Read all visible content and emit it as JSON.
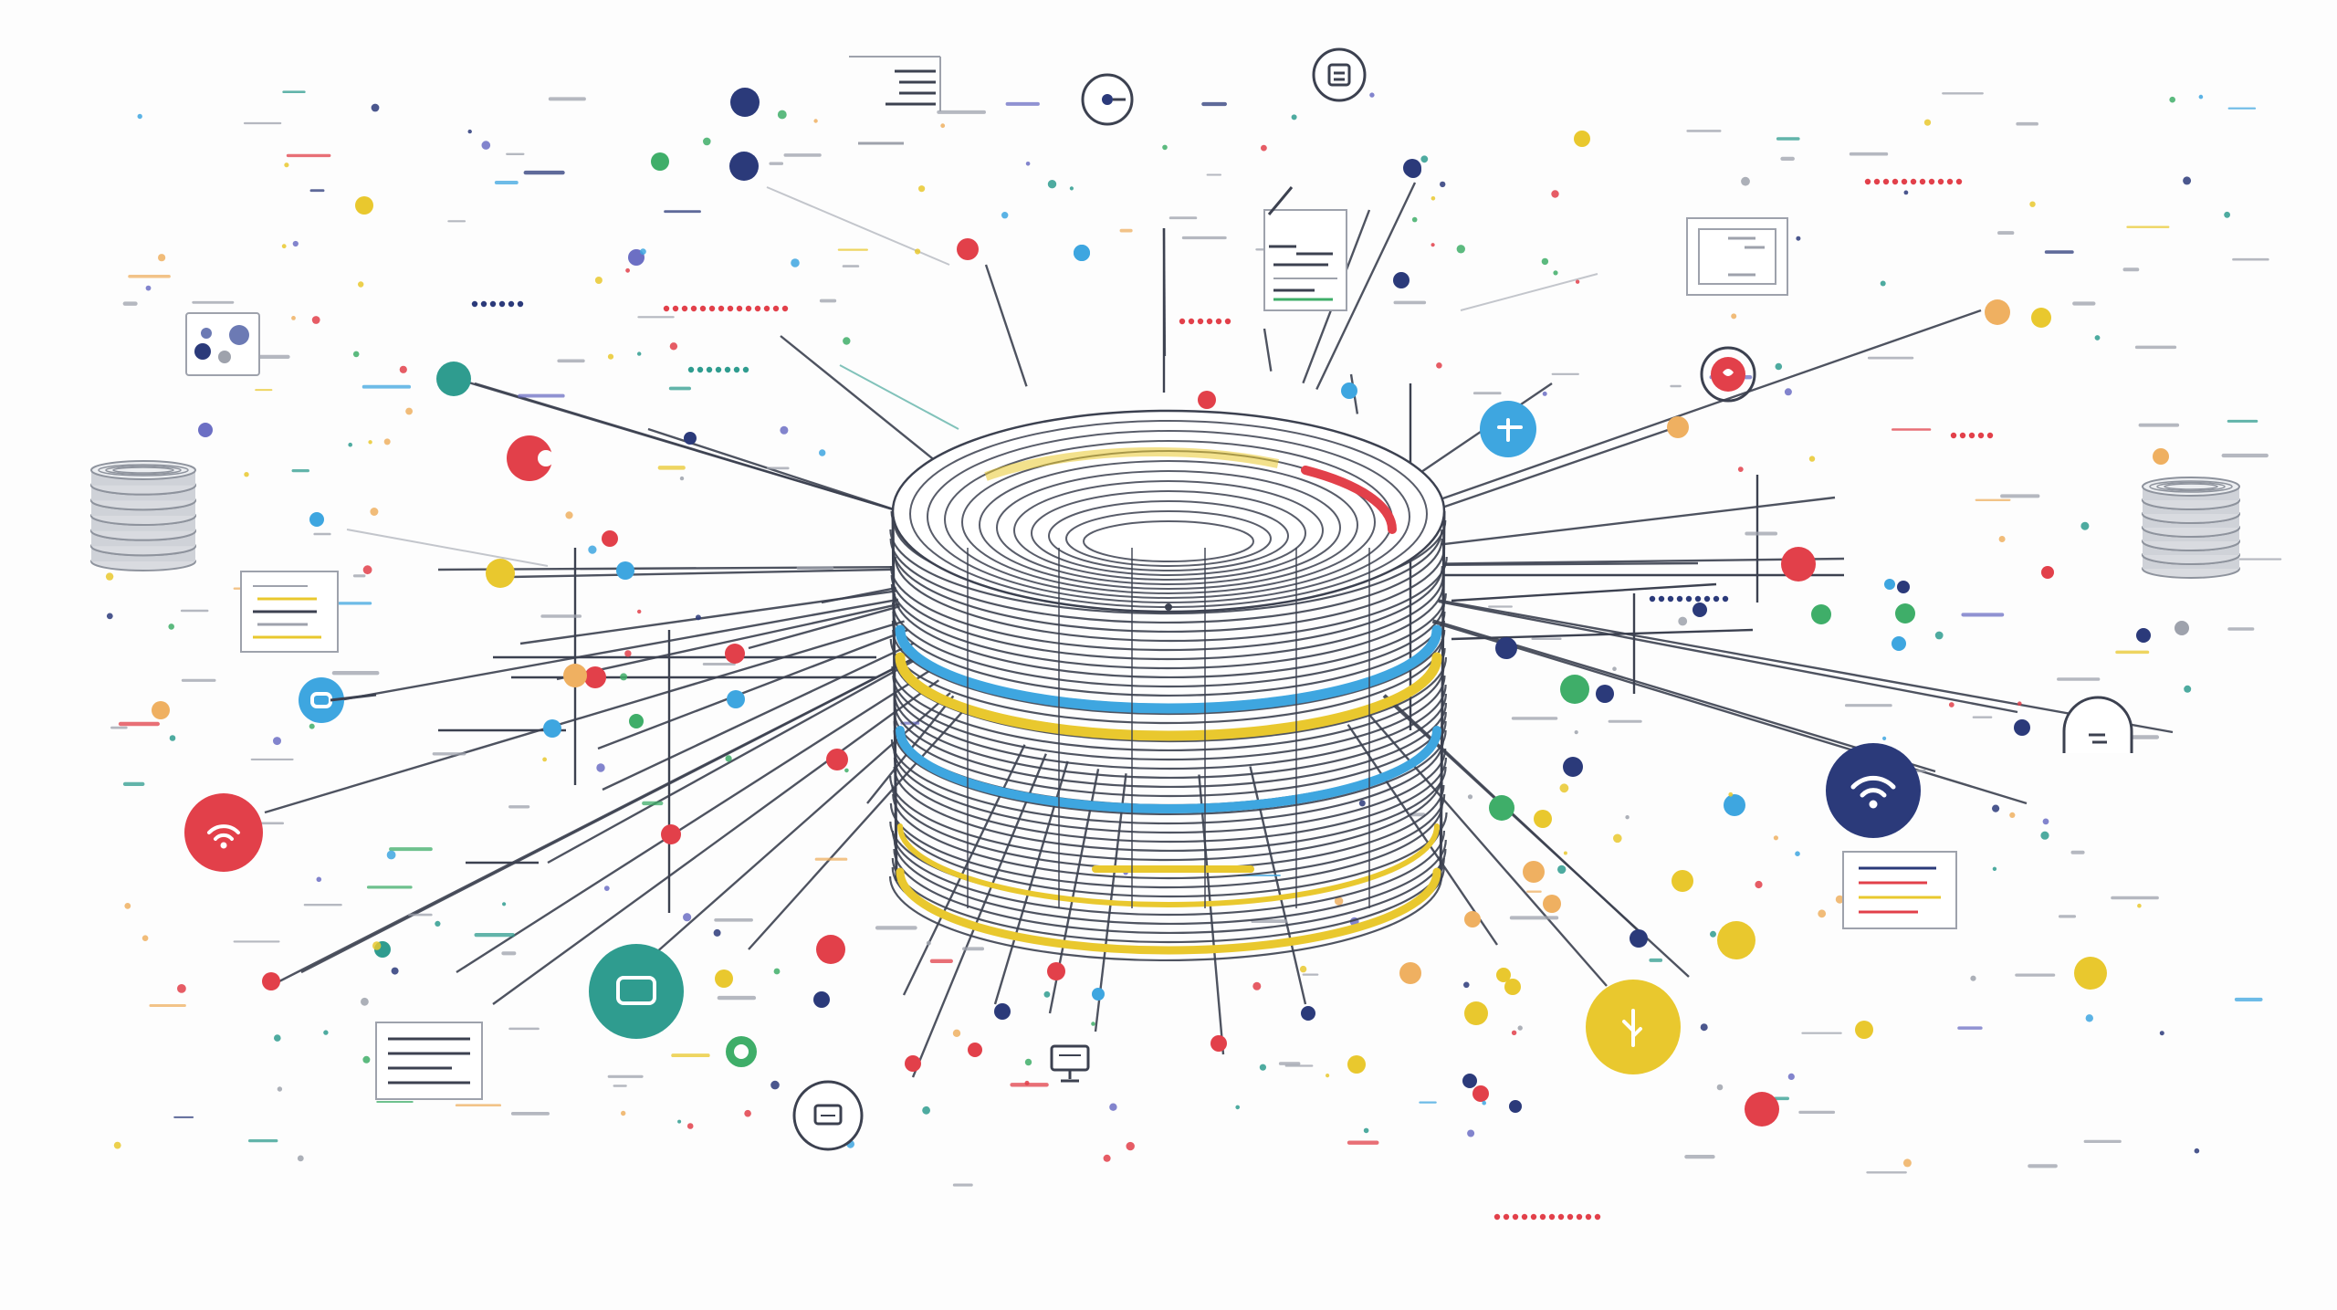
{
  "palette": {
    "background": "#fdfdfd",
    "navy": "#2b3a7a",
    "line": "#3c4150",
    "blue": "#3ea6e0",
    "yellow": "#e9c82e",
    "red": "#e2404a",
    "teal": "#2f9c8f",
    "green": "#3fae69",
    "orange": "#efb061",
    "grey": "#9ea2ac",
    "purple": "#6c6fc4"
  },
  "hub": {
    "label": "",
    "stripe_colors": [
      "yellow",
      "blue",
      "yellow",
      "blue",
      "yellow",
      "yellow"
    ],
    "accent_arc": "red"
  },
  "icons": [
    {
      "name": "wifi-icon",
      "color": "red",
      "interactable": false
    },
    {
      "name": "wifi-icon",
      "color": "navy",
      "interactable": false
    },
    {
      "name": "monitor-icon",
      "color": "teal",
      "interactable": false
    },
    {
      "name": "plant-icon",
      "color": "yellow",
      "interactable": false
    },
    {
      "name": "chat-icon",
      "color": "blue",
      "interactable": false
    },
    {
      "name": "heart-icon",
      "color": "red",
      "interactable": false
    },
    {
      "name": "link-icon",
      "color": "blue",
      "interactable": false
    },
    {
      "name": "database-icon",
      "color": "grey",
      "interactable": false
    },
    {
      "name": "document-icon",
      "color": "grey",
      "interactable": false
    },
    {
      "name": "database-icon",
      "color": "grey",
      "interactable": false
    },
    {
      "name": "document-icon",
      "color": "grey",
      "interactable": false
    },
    {
      "name": "document-icon",
      "color": "grey",
      "interactable": false
    },
    {
      "name": "document-icon",
      "color": "grey",
      "interactable": false
    },
    {
      "name": "document-icon",
      "color": "grey",
      "interactable": false
    },
    {
      "name": "document-icon",
      "color": "grey",
      "interactable": false
    },
    {
      "name": "chat-icon",
      "color": "grey",
      "interactable": false
    },
    {
      "name": "file-icon",
      "color": "grey",
      "interactable": false
    },
    {
      "name": "target-icon",
      "color": "grey",
      "interactable": false
    },
    {
      "name": "archive-icon",
      "color": "grey",
      "interactable": false
    },
    {
      "name": "monitor-icon",
      "color": "grey",
      "interactable": false
    },
    {
      "name": "settings-icon",
      "color": "navy",
      "interactable": false
    },
    {
      "name": "heart-icon",
      "color": "red",
      "interactable": false
    },
    {
      "name": "leaf-icon",
      "color": "green",
      "interactable": false
    }
  ]
}
